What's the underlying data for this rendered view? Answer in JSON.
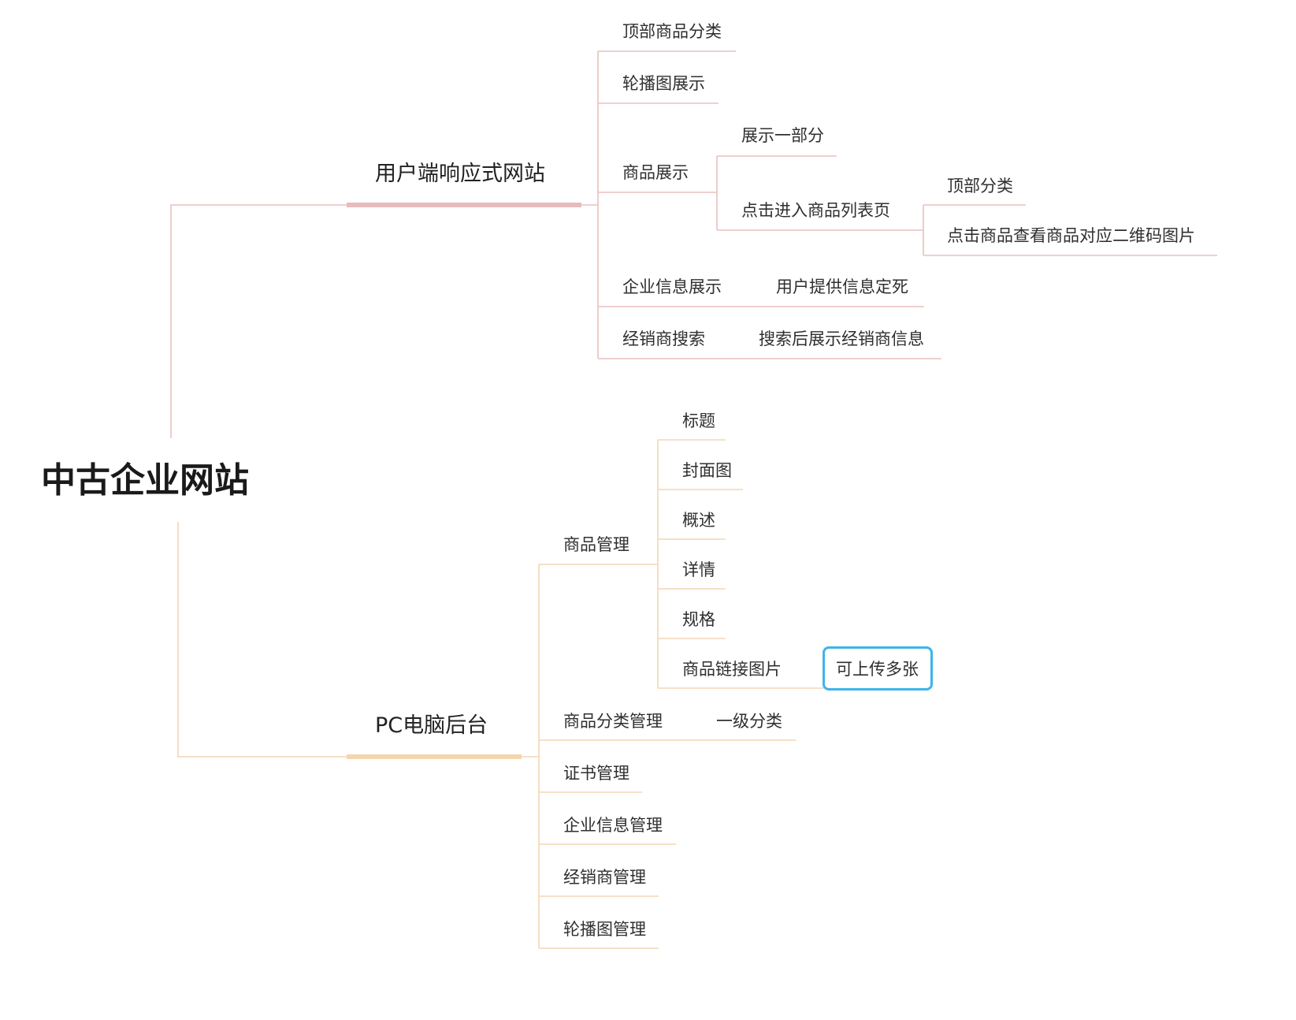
{
  "root": {
    "label": "中古企业网站"
  },
  "branches": [
    {
      "label": "用户端响应式网站",
      "color": "#e8b4b4",
      "children": [
        {
          "label": "顶部商品分类"
        },
        {
          "label": "轮播图展示"
        },
        {
          "label": "商品展示",
          "children": [
            {
              "label": "展示一部分"
            },
            {
              "label": "点击进入商品列表页",
              "children": [
                {
                  "label": "顶部分类"
                },
                {
                  "label": "点击商品查看商品对应二维码图片"
                }
              ]
            }
          ]
        },
        {
          "label": "企业信息展示",
          "children": [
            {
              "label": "用户提供信息定死"
            }
          ]
        },
        {
          "label": "经销商搜索",
          "children": [
            {
              "label": "搜索后展示经销商信息"
            }
          ]
        }
      ]
    },
    {
      "label": "PC电脑后台",
      "color": "#f5d5b0",
      "children": [
        {
          "label": "商品管理",
          "children": [
            {
              "label": "标题"
            },
            {
              "label": "封面图"
            },
            {
              "label": "概述"
            },
            {
              "label": "详情"
            },
            {
              "label": "规格"
            },
            {
              "label": "商品链接图片",
              "children": [
                {
                  "label": "可上传多张"
                }
              ]
            }
          ]
        },
        {
          "label": "商品分类管理",
          "children": [
            {
              "label": "一级分类"
            }
          ]
        },
        {
          "label": "证书管理"
        },
        {
          "label": "企业信息管理"
        },
        {
          "label": "经销商管理"
        },
        {
          "label": "轮播图管理"
        }
      ]
    }
  ],
  "colors": {
    "highlight_border": "#3db4ea"
  }
}
